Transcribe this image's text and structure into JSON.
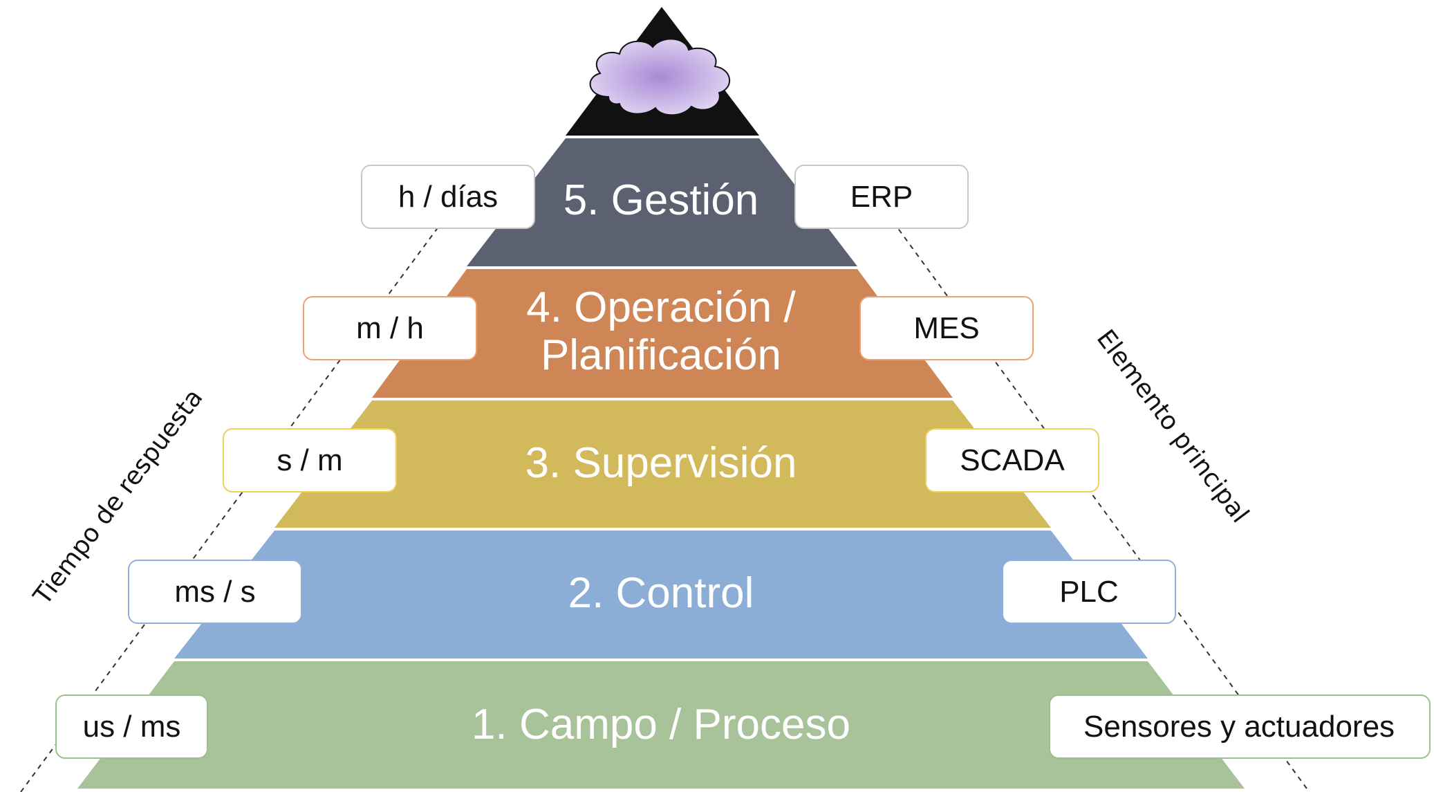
{
  "axis_left": "Tiempo de respuesta",
  "axis_right": "Elemento principal",
  "levels": [
    {
      "title": "5. Gestión",
      "color": "#5b6170",
      "response_time": "h / días",
      "element": "ERP",
      "accent": "#c8c8c8"
    },
    {
      "title_line1": "4. Operación /",
      "title_line2": "Planificación",
      "color": "#cf8656",
      "response_time": "m / h",
      "element": "MES",
      "accent": "#f0a072"
    },
    {
      "title": "3. Supervisión",
      "color": "#d2b95c",
      "response_time": "s / m",
      "element": "SCADA",
      "accent": "#f0cf5a"
    },
    {
      "title": "2. Control",
      "color": "#8cadd6",
      "response_time": "ms / s",
      "element": "PLC",
      "accent": "#8fb0db"
    },
    {
      "title": "1. Campo / Proceso",
      "color": "#a8c29a",
      "response_time": "us / ms",
      "element": "Sensores y actuadores",
      "accent": "#9cc08a"
    }
  ],
  "apex": {
    "color": "#111111",
    "icon": "cloud-icon",
    "cloud_color": "#b79ad8"
  }
}
